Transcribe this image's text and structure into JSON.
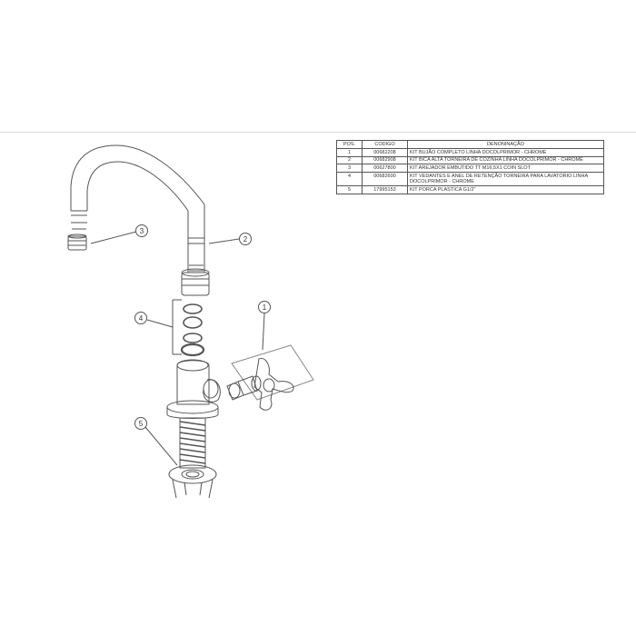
{
  "table": {
    "headers": {
      "pos": "POS.",
      "code": "CODIGO",
      "description": "DENONINAÇÃO"
    },
    "rows": [
      {
        "pos": "1",
        "code": "00682208",
        "description": "KIT BUJÃO COMPLETO LINHA DOCOLPRIMOR - CHROME"
      },
      {
        "pos": "2",
        "code": "00682908",
        "description": "KIT BICA ALTA TORNEIRA DE COZINHA LINHA DOCOLPRIMOR - CHROME"
      },
      {
        "pos": "3",
        "code": "00627800",
        "description": "KIT AREJADOR EMBUTIDO TT M16,5X1 COIN SLOT"
      },
      {
        "pos": "4",
        "code": "00682600",
        "description": "KIT VEDANTES E ANEL DE RETENÇÃO TORNEIRA PARA LAVATORIO LINHA DOCOLPRIMOR - CHROME"
      },
      {
        "pos": "5",
        "code": "17995153",
        "description": "KIT PORCA PLASTICA G1/2\""
      }
    ]
  },
  "callouts": [
    "1",
    "2",
    "3",
    "4",
    "5"
  ],
  "colors": {
    "line": "#555555",
    "background": "#ffffff",
    "divider": "#d9d9d9"
  }
}
